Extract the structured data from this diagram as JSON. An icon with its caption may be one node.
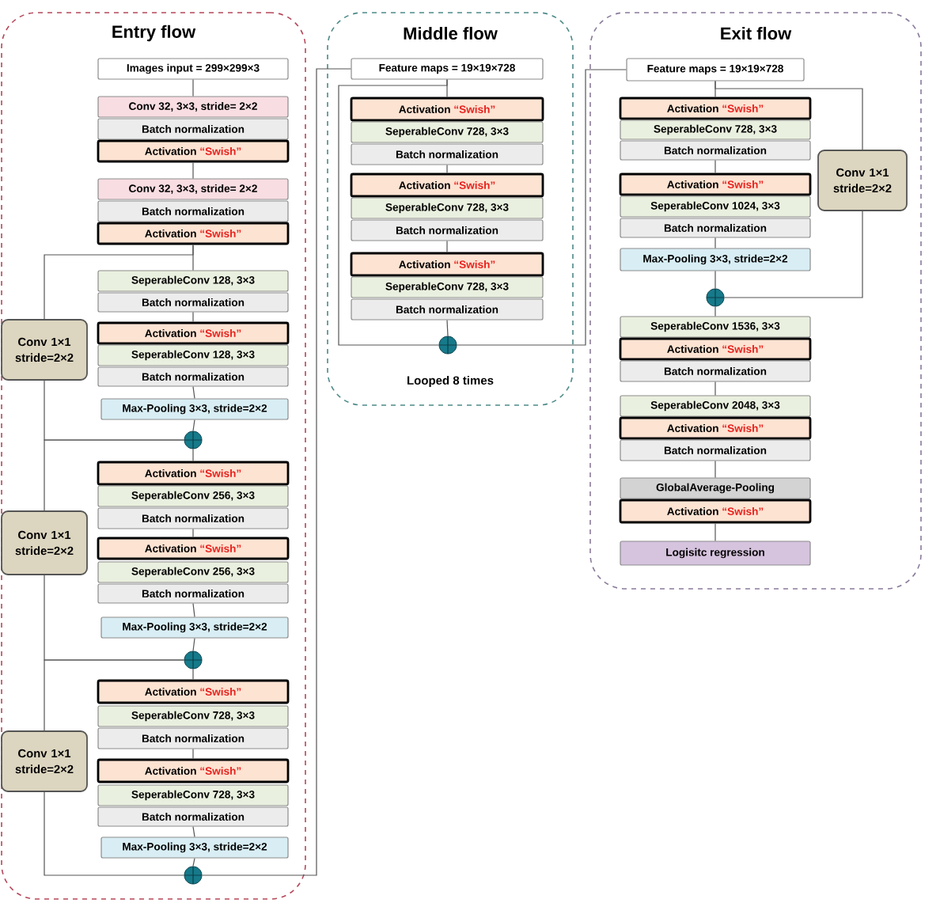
{
  "diagram": {
    "nodes": [
      {
        "text": [
          "Entry flow"
        ]
      },
      {
        "text": [
          "Images input = 299×299×3"
        ],
        "in": 0
      },
      {
        "text": [
          "Conv 32, 3×3, stride= 2×2"
        ],
        "in": 0
      },
      {
        "text": [
          "Batch normalization"
        ],
        "in": 0
      },
      {
        "text": [
          "Activation",
          "“Swish”"
        ],
        "in": 0
      },
      {
        "text": [
          "Conv 32, 3×3, stride= 2×2"
        ],
        "in": 0
      },
      {
        "text": [
          "Batch normalization"
        ],
        "in": 0
      },
      {
        "text": [
          "Activation",
          "“Swish”"
        ],
        "in": 0
      },
      {
        "text": [
          "SeperableConv 128, 3×3"
        ],
        "in": 0
      },
      {
        "text": [
          "Batch normalization"
        ],
        "in": 0
      },
      {
        "text": [
          "Activation",
          "“Swish”"
        ],
        "in": 0
      },
      {
        "text": [
          "SeperableConv 128, 3×3"
        ],
        "in": 0
      },
      {
        "text": [
          "Batch normalization"
        ],
        "in": 0
      },
      {
        "text": [
          "Max-Pooling 3×3, stride=2×2"
        ],
        "in": 0
      },
      {
        "text": [
          "Conv 1×1 stride=2×2"
        ],
        "in": 0
      },
      {
        "text": [],
        "shape": "circle",
        "in": 0
      },
      {
        "text": [
          "Activation",
          "“Swish”"
        ],
        "in": 0
      },
      {
        "text": [
          "SeperableConv 256, 3×3"
        ],
        "in": 0
      },
      {
        "text": [
          "Batch normalization"
        ],
        "in": 0
      },
      {
        "text": [
          "Activation",
          "“Swish”"
        ],
        "in": 0
      },
      {
        "text": [
          "SeperableConv 256, 3×3"
        ],
        "in": 0
      },
      {
        "text": [
          "Batch normalization"
        ],
        "in": 0
      },
      {
        "text": [
          "Max-Pooling 3×3, stride=2×2"
        ],
        "in": 0
      },
      {
        "text": [
          "Conv 1×1 stride=2×2"
        ],
        "in": 0
      },
      {
        "text": [],
        "shape": "circle",
        "in": 0
      },
      {
        "text": [
          "Activation",
          "“Swish”"
        ],
        "in": 0
      },
      {
        "text": [
          "SeperableConv 728, 3×3"
        ],
        "in": 0
      },
      {
        "text": [
          "Batch normalization"
        ],
        "in": 0
      },
      {
        "text": [
          "Activation",
          "“Swish”"
        ],
        "in": 0
      },
      {
        "text": [
          "SeperableConv 728, 3×3"
        ],
        "in": 0
      },
      {
        "text": [
          "Batch normalization"
        ],
        "in": 0
      },
      {
        "text": [
          "Max-Pooling 3×3, stride=2×2"
        ],
        "in": 0
      },
      {
        "text": [
          "Conv 1×1 stride=2×2"
        ],
        "in": 0
      },
      {
        "text": [],
        "shape": "circle",
        "in": 0
      },
      {
        "text": [
          "Middle flow",
          "Looped 8 times"
        ]
      },
      {
        "text": [
          "Feature maps = 19×19×728"
        ],
        "in": 34
      },
      {
        "text": [
          "Activation",
          "“Swish”"
        ],
        "in": 34
      },
      {
        "text": [
          "SeperableConv 728, 3×3"
        ],
        "in": 34
      },
      {
        "text": [
          "Batch normalization"
        ],
        "in": 34
      },
      {
        "text": [
          "Activation",
          "“Swish”"
        ],
        "in": 34
      },
      {
        "text": [
          "SeperableConv 728, 3×3"
        ],
        "in": 34
      },
      {
        "text": [
          "Batch normalization"
        ],
        "in": 34
      },
      {
        "text": [
          "Activation",
          "“Swish”"
        ],
        "in": 34
      },
      {
        "text": [
          "SeperableConv 728, 3×3"
        ],
        "in": 34
      },
      {
        "text": [
          "Batch normalization"
        ],
        "in": 34
      },
      {
        "text": [],
        "shape": "circle",
        "in": 34
      },
      {
        "text": [
          "Exit flow"
        ]
      },
      {
        "text": [
          "Feature maps = 19×19×728"
        ],
        "in": 46
      },
      {
        "text": [
          "Activation",
          "“Swish”"
        ],
        "in": 46
      },
      {
        "text": [
          "SeperableConv 728, 3×3"
        ],
        "in": 46
      },
      {
        "text": [
          "Batch normalization"
        ],
        "in": 46
      },
      {
        "text": [
          "Activation",
          "“Swish”"
        ],
        "in": 46
      },
      {
        "text": [
          "SeperableConv 1024, 3×3"
        ],
        "in": 46
      },
      {
        "text": [
          "Batch normalization"
        ],
        "in": 46
      },
      {
        "text": [
          "Max-Pooling 3×3, stride=2×2"
        ],
        "in": 46
      },
      {
        "text": [
          "Conv 1×1 stride=2×2"
        ],
        "in": 46
      },
      {
        "text": [],
        "shape": "circle",
        "in": 46
      },
      {
        "text": [
          "SeperableConv 1536, 3×3"
        ],
        "in": 46
      },
      {
        "text": [
          "Activation",
          "“Swish”"
        ],
        "in": 46
      },
      {
        "text": [
          "Batch normalization"
        ],
        "in": 46
      },
      {
        "text": [
          "SeperableConv 2048, 3×3"
        ],
        "in": 46
      },
      {
        "text": [
          "Activation",
          "“Swish”"
        ],
        "in": 46
      },
      {
        "text": [
          "Batch normalization"
        ],
        "in": 46
      },
      {
        "text": [
          "GlobalAverage-Pooling"
        ],
        "in": 46
      },
      {
        "text": [
          "Activation",
          "“Swish”"
        ],
        "in": 46
      },
      {
        "text": [
          "Logisitc regression"
        ],
        "in": 46
      }
    ],
    "edges": [
      {
        "from": 1,
        "to": 2,
        "arrow": "none"
      },
      {
        "from": 4,
        "to": 5,
        "arrow": "none"
      },
      {
        "from": 7,
        "to": 8,
        "arrow": "none"
      },
      {
        "from": 9,
        "to": 10,
        "arrow": "none"
      },
      {
        "from": 12,
        "to": 13,
        "arrow": "none"
      },
      {
        "from": 13,
        "to": 15,
        "arrow": "none"
      },
      {
        "from": 7,
        "to": 14,
        "arrow": "none"
      },
      {
        "from": 14,
        "to": 15,
        "arrow": "none"
      },
      {
        "from": 15,
        "to": 16,
        "arrow": "none"
      },
      {
        "from": 18,
        "to": 19,
        "arrow": "none"
      },
      {
        "from": 21,
        "to": 22,
        "arrow": "none"
      },
      {
        "from": 22,
        "to": 24,
        "arrow": "none"
      },
      {
        "from": 15,
        "to": 23,
        "arrow": "none"
      },
      {
        "from": 23,
        "to": 24,
        "arrow": "none"
      },
      {
        "from": 24,
        "to": 25,
        "arrow": "none"
      },
      {
        "from": 27,
        "to": 28,
        "arrow": "none"
      },
      {
        "from": 30,
        "to": 31,
        "arrow": "none"
      },
      {
        "from": 31,
        "to": 33,
        "arrow": "none"
      },
      {
        "from": 24,
        "to": 32,
        "arrow": "none"
      },
      {
        "from": 32,
        "to": 33,
        "arrow": "none"
      },
      {
        "from": 33,
        "to": 35,
        "arrow": "none"
      },
      {
        "from": 35,
        "to": 36,
        "arrow": "none"
      },
      {
        "from": 38,
        "to": 39,
        "arrow": "none"
      },
      {
        "from": 41,
        "to": 42,
        "arrow": "none"
      },
      {
        "from": 44,
        "to": 45,
        "arrow": "none"
      },
      {
        "from": 35,
        "to": 45,
        "arrow": "none"
      },
      {
        "from": 45,
        "to": 47,
        "arrow": "none"
      },
      {
        "from": 47,
        "to": 48,
        "arrow": "none"
      },
      {
        "from": 50,
        "to": 51,
        "arrow": "none"
      },
      {
        "from": 53,
        "to": 54,
        "arrow": "none"
      },
      {
        "from": 54,
        "to": 56,
        "arrow": "none"
      },
      {
        "from": 47,
        "to": 55,
        "arrow": "none"
      },
      {
        "from": 55,
        "to": 56,
        "arrow": "none"
      },
      {
        "from": 56,
        "to": 57,
        "arrow": "none"
      },
      {
        "from": 59,
        "to": 60,
        "arrow": "none"
      },
      {
        "from": 62,
        "to": 63,
        "arrow": "none"
      },
      {
        "from": 64,
        "to": 65,
        "arrow": "none"
      }
    ]
  }
}
